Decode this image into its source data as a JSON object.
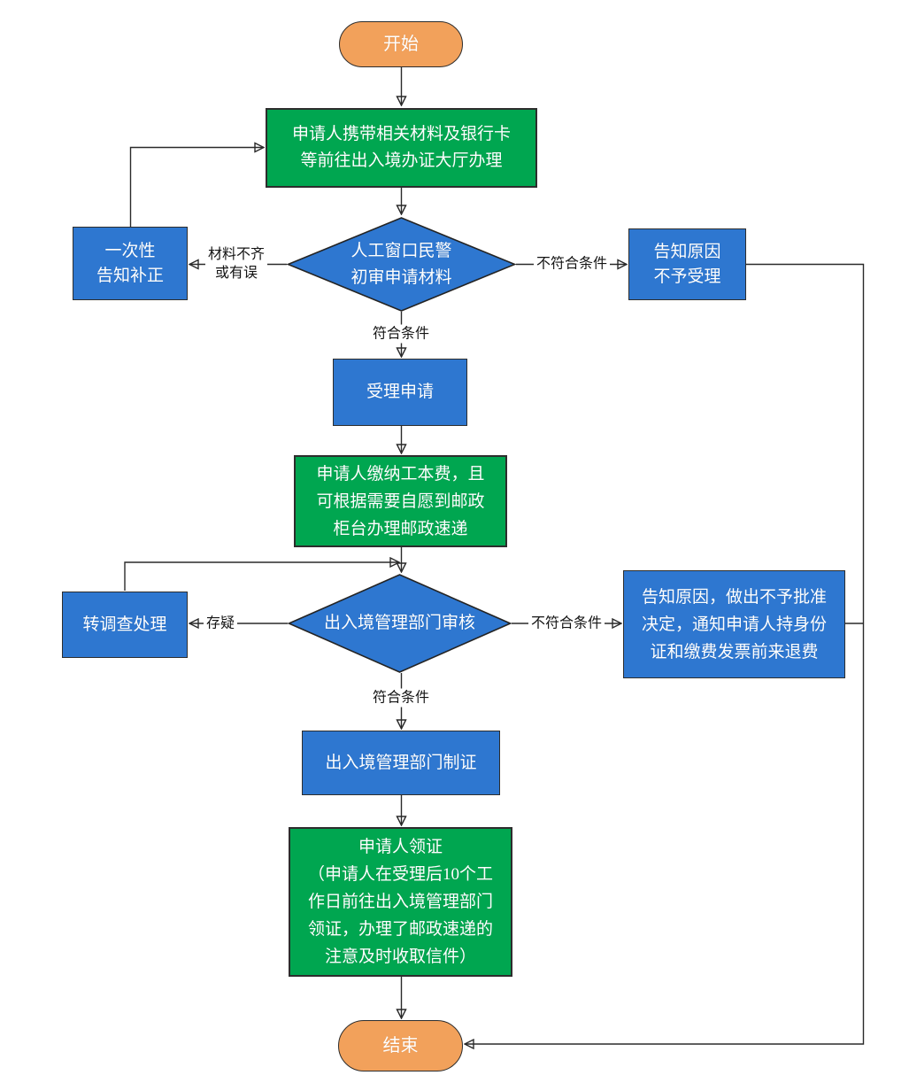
{
  "flowchart": {
    "colors": {
      "green": "#00A650",
      "blue": "#2E77D0",
      "orange": "#F2A15B",
      "line": "#2A2A2A"
    },
    "nodes": {
      "start": {
        "label": "开始"
      },
      "prepare": {
        "label": "申请人携带相关材料及银行卡\n等前往出入境办证大厅办理"
      },
      "initial_review": {
        "label": "人工窗口民警\n初审申请材料"
      },
      "notify_correction": {
        "label": "一次性\n告知补正"
      },
      "reject_not_accept": {
        "label": "告知原因\n不予受理"
      },
      "accept_application": {
        "label": "受理申请"
      },
      "pay_fee": {
        "label": "申请人缴纳工本费，且\n可根据需要自愿到邮政\n柜台办理邮政速递"
      },
      "dept_review": {
        "label": "出入境管理部门审核"
      },
      "transfer_investigation": {
        "label": "转调查处理"
      },
      "reject_refund": {
        "label": "告知原因，做出不予批准\n决定，通知申请人持身份\n证和缴费发票前来退费"
      },
      "make_certificate": {
        "label": "出入境管理部门制证"
      },
      "receive_certificate": {
        "label": "申请人领证\n（申请人在受理后10个工\n作日前往出入境管理部门\n领证，办理了邮政速递的\n注意及时收取信件）"
      },
      "end": {
        "label": "结束"
      }
    },
    "edge_labels": {
      "materials_incomplete": "材料不齐\n或有误",
      "not_qualified_1": "不符合条件",
      "qualified_1": "符合条件",
      "doubt": "存疑",
      "not_qualified_2": "不符合条件",
      "qualified_2": "符合条件"
    }
  }
}
